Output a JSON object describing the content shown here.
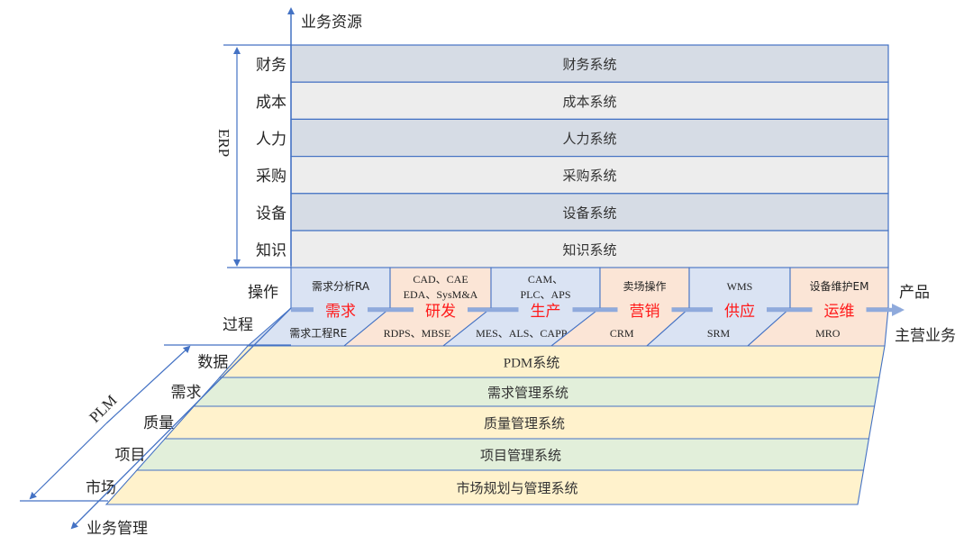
{
  "colors": {
    "line": "#4472c4",
    "arrow": "#8faadc",
    "erp_dark": "#d6dce5",
    "erp_light": "#ededed",
    "blue_cell": "#dae3f3",
    "peach_cell": "#fbe5d6",
    "yellow_row": "#fff2cc",
    "green_row": "#e2efda",
    "red_text": "#ff0000"
  },
  "axes": {
    "vertical_label": "业务资源",
    "horizontal_label_top": "产品",
    "horizontal_label_bottom": "主营业务",
    "diagonal_label": "业务管理"
  },
  "erp": {
    "group_label": "ERP",
    "rows": [
      {
        "label": "财务",
        "system": "财务系统",
        "shade": "dark"
      },
      {
        "label": "成本",
        "system": "成本系统",
        "shade": "light"
      },
      {
        "label": "人力",
        "system": "人力系统",
        "shade": "dark"
      },
      {
        "label": "采购",
        "system": "采购系统",
        "shade": "light"
      },
      {
        "label": "设备",
        "system": "设备系统",
        "shade": "dark"
      },
      {
        "label": "知识",
        "system": "知识系统",
        "shade": "light"
      }
    ]
  },
  "process": {
    "operation_label": "操作",
    "process_label": "过程",
    "stages": [
      {
        "name": "需求",
        "top": "需求分析RA",
        "bottom": "需求工程RE",
        "shade": "blue"
      },
      {
        "name": "研发",
        "top": "CAD、CAE\nEDA、SysM&A",
        "bottom": "RDPS、MBSE",
        "shade": "peach"
      },
      {
        "name": "生产",
        "top": "CAM、\nPLC、APS",
        "bottom": "MES、ALS、CAPP",
        "shade": "blue"
      },
      {
        "name": "营销",
        "top": "卖场操作",
        "bottom": "CRM",
        "shade": "peach"
      },
      {
        "name": "供应",
        "top": "WMS",
        "bottom": "SRM",
        "shade": "blue"
      },
      {
        "name": "运维",
        "top": "设备维护EM",
        "bottom": "MRO",
        "shade": "peach"
      }
    ]
  },
  "plm": {
    "group_label": "PLM",
    "rows": [
      {
        "label": "数据",
        "system": "PDM系统",
        "shade": "yellow"
      },
      {
        "label": "需求",
        "system": "需求管理系统",
        "shade": "green"
      },
      {
        "label": "质量",
        "system": "质量管理系统",
        "shade": "yellow"
      },
      {
        "label": "项目",
        "system": "项目管理系统",
        "shade": "green"
      },
      {
        "label": "市场",
        "system": "市场规划与管理系统",
        "shade": "yellow"
      }
    ]
  }
}
